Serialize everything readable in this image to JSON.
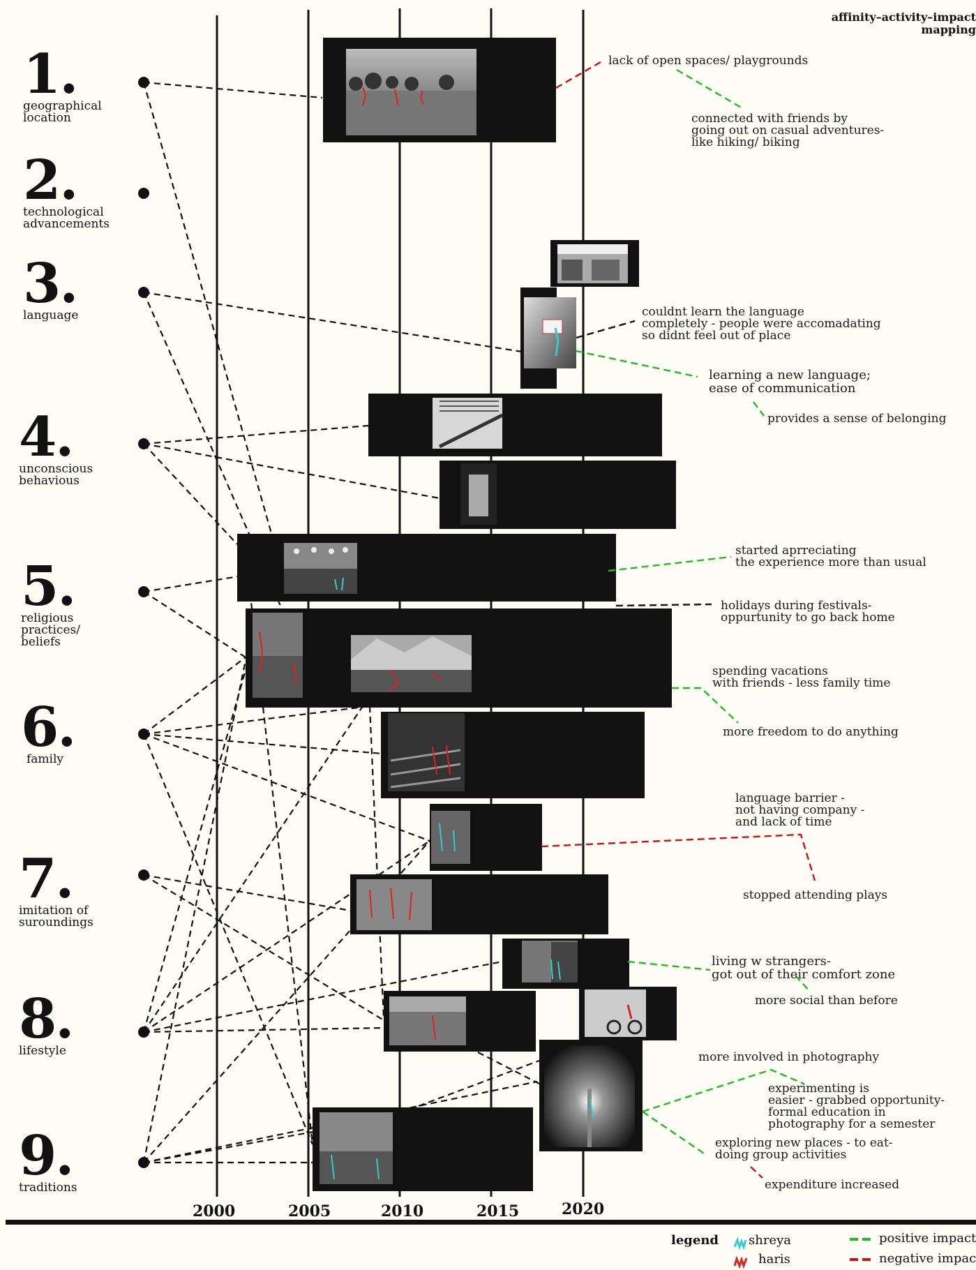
{
  "header": {
    "title": "affinity–activity–impact\nmapping"
  },
  "factors": [
    {
      "num": "1.",
      "label": "geographical\nlocation"
    },
    {
      "num": "2.",
      "label": "technological\nadvancements"
    },
    {
      "num": "3.",
      "label": "language"
    },
    {
      "num": "4.",
      "label": "unconscious\nbehavious"
    },
    {
      "num": "5.",
      "label": "religious\npractices/\nbeliefs"
    },
    {
      "num": "6.",
      "label": "family"
    },
    {
      "num": "7.",
      "label": "imitation of\nsuroundings"
    },
    {
      "num": "8.",
      "label": "lifestyle"
    },
    {
      "num": "9.",
      "label": "traditions"
    }
  ],
  "years": [
    "2000",
    "2005",
    "2010",
    "2015",
    "2020"
  ],
  "notes": [
    {
      "text": "lack of open spaces/ playgrounds",
      "impact": "negative"
    },
    {
      "text": "connected with friends by\ngoing out on casual adventures-\nlike hiking/ biking",
      "impact": "positive"
    },
    {
      "text": "couldnt learn the language\ncompletely - people were accomadating\nso didnt feel out of place",
      "impact": "neutral"
    },
    {
      "text": "learning a new language;\nease of communication",
      "impact": "positive"
    },
    {
      "text": "provides a sense of belonging",
      "impact": "positive"
    },
    {
      "text": "started aprreciating\nthe experience more than usual",
      "impact": "positive"
    },
    {
      "text": "holidays during festivals-\noppurtunity to go back home",
      "impact": "neutral"
    },
    {
      "text": "spending vacations\nwith friends - less family time",
      "impact": "positive"
    },
    {
      "text": "more freedom to do anything",
      "impact": "positive"
    },
    {
      "text": "language barrier -\nnot having company -\nand lack of time",
      "impact": "negative"
    },
    {
      "text": "stopped attending plays",
      "impact": "negative"
    },
    {
      "text": "living w strangers-\ngot out of their comfort zone",
      "impact": "positive"
    },
    {
      "text": "more social than before",
      "impact": "positive"
    },
    {
      "text": "more involved in photography",
      "impact": "positive"
    },
    {
      "text": "experimenting is\neasier - grabbed opportunity-\nformal education in\nphotography for a semester",
      "impact": "positive"
    },
    {
      "text": "exploring new places - to eat-\ndoing group activities",
      "impact": "positive"
    },
    {
      "text": "expenditure increased",
      "impact": "negative"
    }
  ],
  "legend": {
    "title": "legend",
    "person_a": "shreya",
    "person_b": "haris",
    "positive": "positive impact",
    "negative": "negative impact"
  },
  "colors": {
    "positive": "#22bb22",
    "negative": "#cc1111",
    "shreya": "#33cccc",
    "haris": "#dd2222",
    "card": "#111111"
  },
  "icons": {
    "person_a": "figure-sketch-icon",
    "person_b": "figure-sketch-icon"
  }
}
